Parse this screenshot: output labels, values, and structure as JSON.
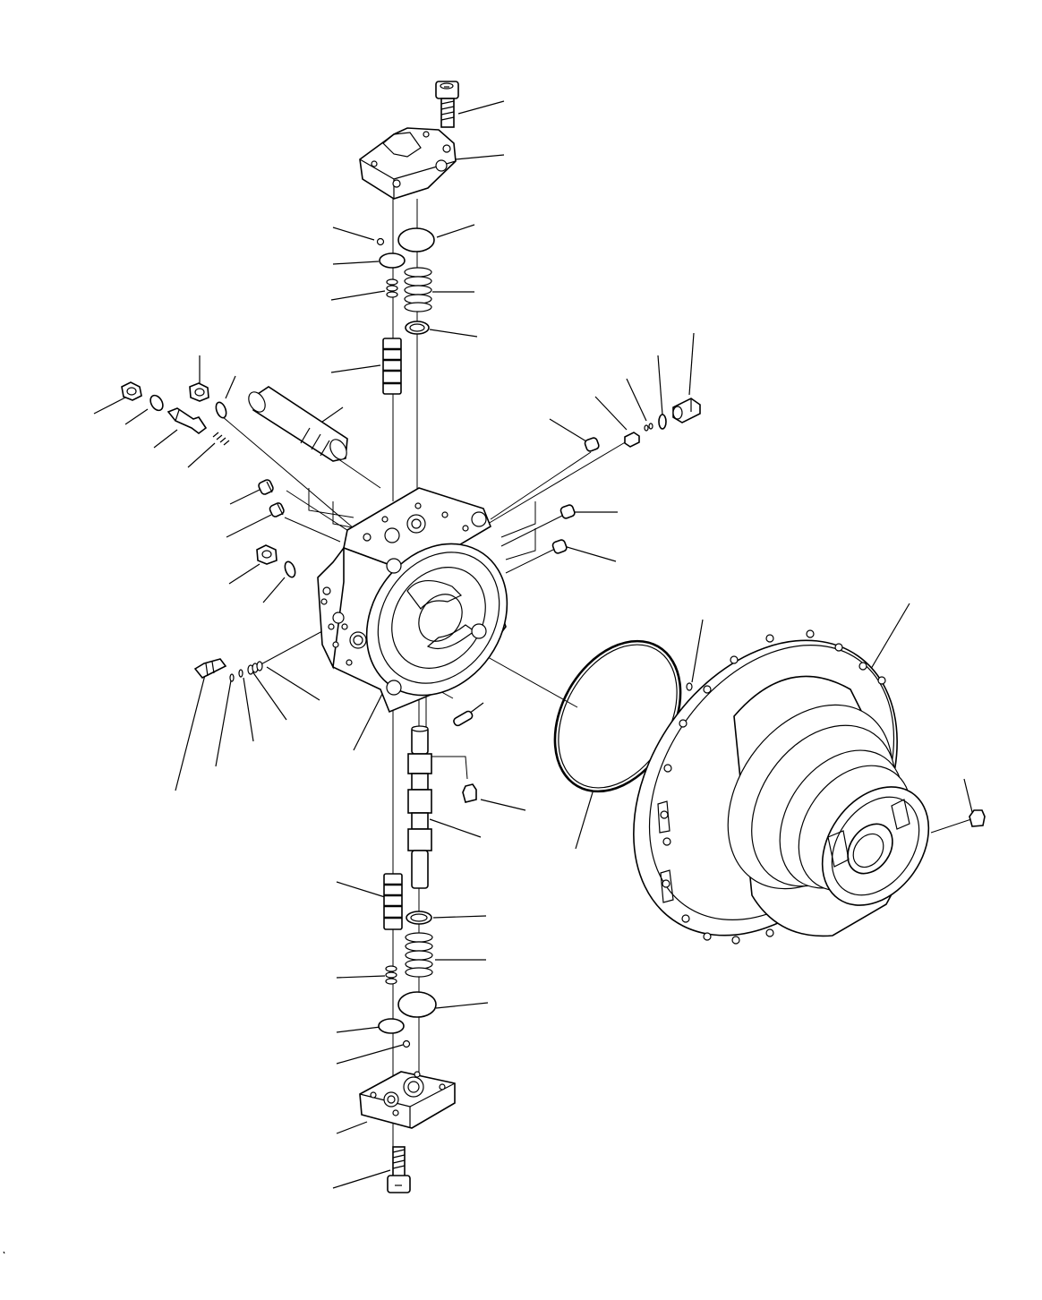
{
  "diagram": {
    "view": "exploded-assembly",
    "line_color": "#000000",
    "background": "#ffffff",
    "callout_labels": [],
    "parts": [
      "cap-screw-top",
      "cover-top",
      "seal-plate-top",
      "ball-top",
      "orifice-top",
      "spring-top",
      "spring-inner-top",
      "o-ring-top",
      "valve-spool-top",
      "plug-left",
      "o-ring-left",
      "valve-left",
      "spring-left",
      "plug-nut-left",
      "o-ring-small-left",
      "shaft-pin",
      "plug-upper-left-1",
      "plug-upper-left-2",
      "plug-nut-left-2",
      "o-ring-left-2",
      "check-valve-left",
      "valve-housing",
      "plug-right-1",
      "plug-right-2",
      "check-valve-right",
      "spring-right",
      "o-ring-right",
      "plug-nut-right",
      "pin",
      "plug-bottom",
      "main-spool",
      "large-o-ring",
      "motor-case",
      "plug-case",
      "valve-spool-bottom",
      "o-ring-bottom",
      "spring-bottom",
      "spring-inner-bottom",
      "seal-plate-bottom",
      "orifice-bottom",
      "ball-bottom",
      "cover-bottom",
      "cap-screw-bottom"
    ]
  }
}
